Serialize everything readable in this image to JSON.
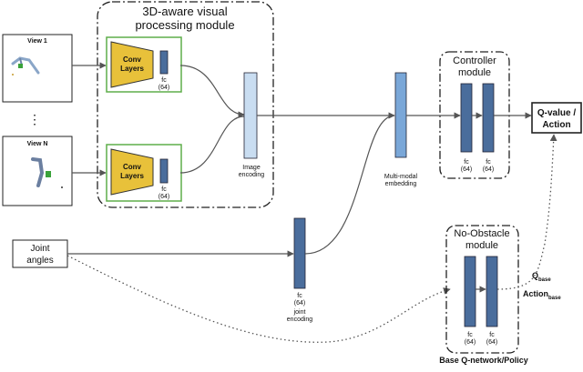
{
  "modules": {
    "visual": {
      "title_line1": "3D-aware visual",
      "title_line2": "processing module"
    },
    "controller": {
      "title_line1": "Controller",
      "title_line2": "module"
    },
    "no_obstacle": {
      "title_line1": "No-Obstacle",
      "title_line2": "module"
    }
  },
  "views": {
    "view1": "View 1",
    "ellipsis": "⋮",
    "viewN": "View N"
  },
  "conv": {
    "label_line1": "Conv",
    "label_line2": "Layers"
  },
  "fc": {
    "label": "fc",
    "size": "(64)"
  },
  "image_encoding": {
    "line1": "Image",
    "line2": "encoding"
  },
  "multimodal": {
    "line1": "Multi-modal",
    "line2": "embedding"
  },
  "joint": {
    "input_line1": "Joint",
    "input_line2": "angles",
    "enc_line1": "joint",
    "enc_line2": "encoding"
  },
  "output": {
    "line1": "Q-value /",
    "line2": "Action"
  },
  "base": {
    "q": "Q",
    "q_sub": "base",
    "action": "Action",
    "action_sub": "base",
    "caption": "Base Q-network/Policy"
  },
  "colors": {
    "yellow": "#e8c13a",
    "dark_blue": "#4a6d9c",
    "mid_blue": "#7aa7d8",
    "light_blue": "#c9ddf1",
    "green": "#5fae4a",
    "arrow": "#555555"
  }
}
